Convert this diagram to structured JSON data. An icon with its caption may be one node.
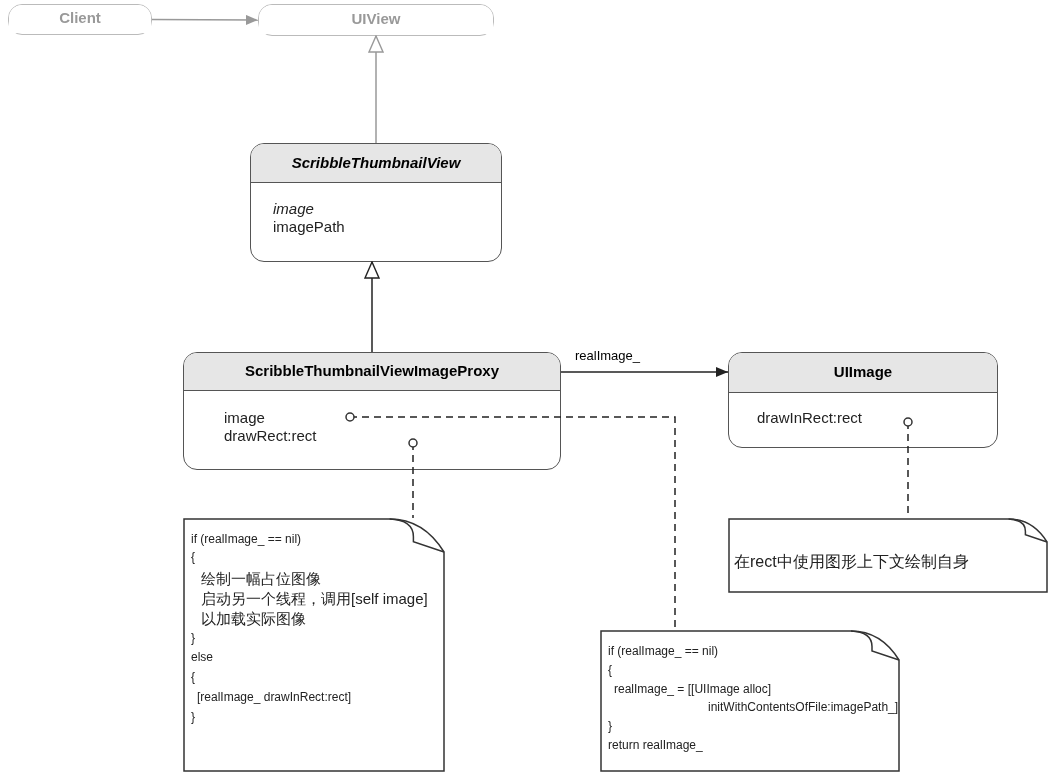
{
  "diagram": {
    "nodes": [
      {
        "text": [
          "Client"
        ]
      },
      {
        "text": [
          "UIView"
        ]
      },
      {
        "text": [
          "ScribbleThumbnailView",
          "image",
          "imagePath"
        ]
      },
      {
        "text": [
          "ScribbleThumbnailViewImageProxy",
          "image",
          "drawRect:rect"
        ]
      },
      {
        "text": [
          "UIImage",
          "drawInRect:rect"
        ]
      },
      {
        "text": [
          "if (realImage_ == nil)",
          "{",
          "绘制一幅占位图像",
          "启动另一个线程，调用[self image]",
          "以加载实际图像",
          "}",
          "else",
          "{",
          "[realImage_ drawInRect:rect]",
          "}"
        ]
      },
      {
        "text": [
          "if (realImage_ == nil)",
          "{",
          "realImage_ = [[UIImage alloc]",
          "initWithContentsOfFile:imagePath_]",
          "}",
          "return realImage_"
        ]
      },
      {
        "text": [
          "在rect中使用图形上下文绘制自身"
        ]
      }
    ],
    "edges": [
      {
        "from": 0,
        "to": 1,
        "arrow": "to",
        "color": "#999999"
      },
      {
        "from": 2,
        "to": 1,
        "arrow": "to",
        "color": "#999999"
      },
      {
        "from": 3,
        "to": 2,
        "arrow": "to"
      },
      {
        "from": 3,
        "to": 4,
        "arrow": "to",
        "label": "realImage_"
      },
      {
        "from": 3,
        "to": 5,
        "arrow": "other",
        "style": "dashed"
      },
      {
        "from": 3,
        "to": 6,
        "arrow": "other",
        "style": "dashed"
      },
      {
        "from": 4,
        "to": 7,
        "arrow": "other",
        "style": "dashed"
      }
    ]
  }
}
